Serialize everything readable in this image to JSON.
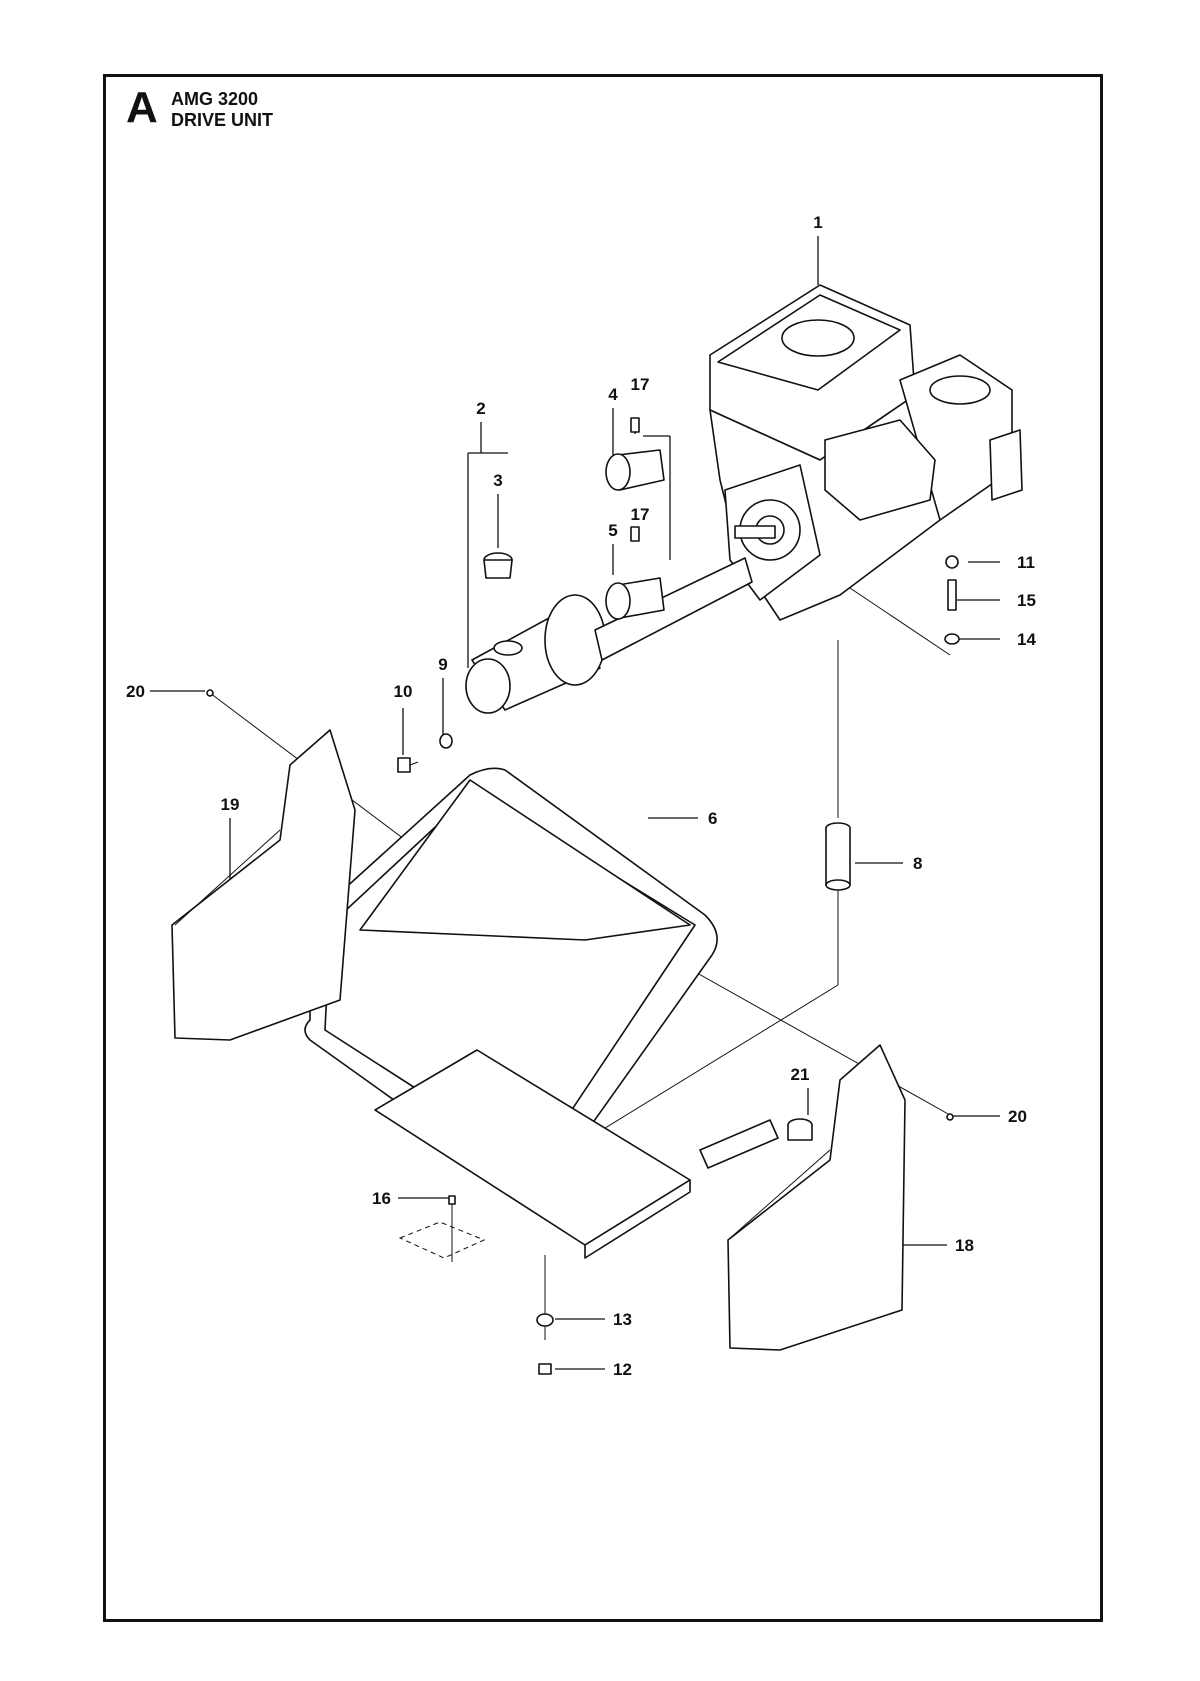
{
  "header": {
    "section_letter": "A",
    "model": "AMG 3200",
    "assembly": "DRIVE UNIT"
  },
  "callouts": [
    "1",
    "2",
    "3",
    "4",
    "17",
    "17",
    "5",
    "9",
    "10",
    "11",
    "15",
    "14",
    "20",
    "19",
    "6",
    "8",
    "21",
    "20",
    "16",
    "18",
    "13",
    "12"
  ]
}
